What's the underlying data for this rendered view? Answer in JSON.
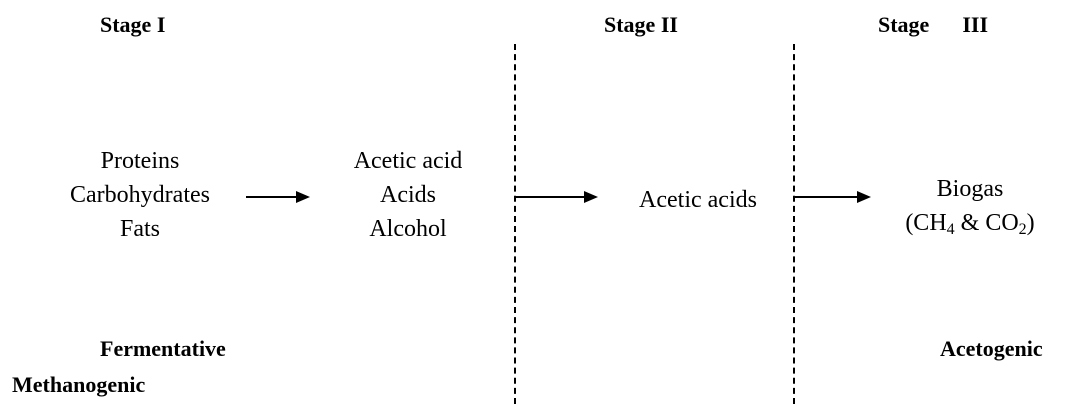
{
  "stages": {
    "stage1": "Stage I",
    "stage2": "Stage II",
    "stage3": "Stage      III"
  },
  "inputs": {
    "items": [
      "Proteins",
      "Carbohydrates",
      "Fats"
    ]
  },
  "intermediates": {
    "items": [
      "Acetic acid",
      "Acids",
      "Alcohol"
    ]
  },
  "stage2_product": "Acetic acids",
  "biogas": {
    "label": "Biogas",
    "formula_open": "(CH",
    "formula_sub1": "4",
    "formula_mid": " & CO",
    "formula_sub2": "2",
    "formula_close": ")"
  },
  "phases": {
    "fermentative": "Fermentative",
    "methanogenic": "Methanogenic",
    "acetogenic": "Acetogenic"
  },
  "colors": {
    "text": "#000000",
    "background": "#ffffff"
  }
}
